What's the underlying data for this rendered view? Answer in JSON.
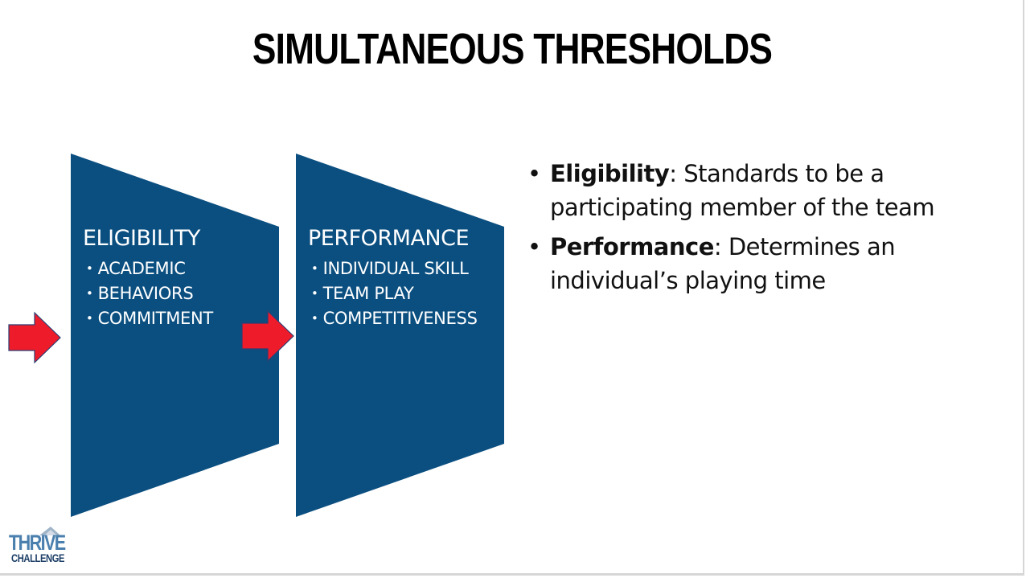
{
  "slide": {
    "title": "SIMULTANEOUS THRESHOLDS"
  },
  "colors": {
    "panel_fill": "#0b4f80",
    "arrow_fill": "#ee1b2b",
    "arrow_stroke": "#2a3f73",
    "text_dark": "#111111"
  },
  "panels": [
    {
      "heading": "ELIGIBILITY",
      "items": [
        "ACADEMIC",
        "BEHAVIORS",
        "COMMITMENT"
      ]
    },
    {
      "heading": "PERFORMANCE",
      "items": [
        "INDIVIDUAL SKILL",
        "TEAM PLAY",
        "COMPETITIVENESS"
      ]
    }
  ],
  "bullets": [
    {
      "term": "Eligibility",
      "text": ": Standards to be a participating member of the team"
    },
    {
      "term": "Performance",
      "text": ": Determines an individual’s playing time"
    }
  ],
  "logo": {
    "top": "THRIVE",
    "bottom": "CHALLENGE",
    "icon": "mountain-icon"
  }
}
